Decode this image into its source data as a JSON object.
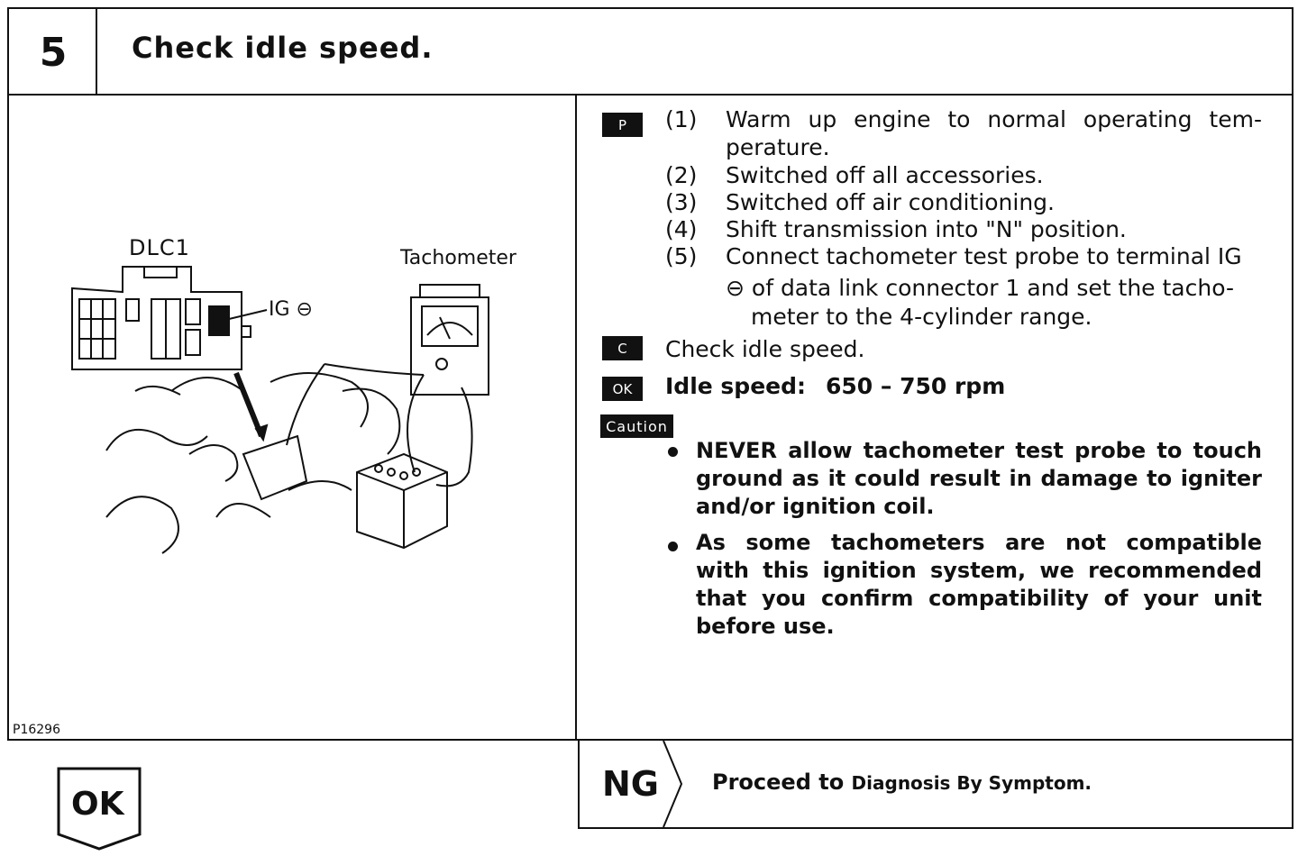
{
  "step": {
    "number": "5",
    "title": "Check idle speed."
  },
  "figure": {
    "dlc_label": "DLC1",
    "tachometer_label": "Tachometer",
    "ig_label": "IG ⊖",
    "code": "P16296"
  },
  "procedure": {
    "p_tag": "P",
    "steps": [
      {
        "num": "(1)",
        "line1": "Warm up engine to normal operating tem-",
        "line2": "perature."
      },
      {
        "num": "(2)",
        "line1": "Switched off all accessories."
      },
      {
        "num": "(3)",
        "line1": "Switched off air conditioning."
      },
      {
        "num": "(4)",
        "line1": "Shift transmission into \"N\" position."
      },
      {
        "num": "(5)",
        "line1": "Connect tachometer test probe to terminal IG",
        "line2": "⊖ of data link connector 1 and set the tacho-",
        "line3": "meter to the 4-cylinder range."
      }
    ],
    "c_tag": "C",
    "check_text": "Check idle speed.",
    "ok_tag": "OK",
    "ok_label": "Idle speed:",
    "ok_value": "650 – 750 rpm",
    "caution_tag": "Caution",
    "cautions": [
      {
        "lines": [
          "NEVER allow tachometer test probe to touch",
          "ground as it could result in damage to igniter",
          "and/or ignition coil."
        ]
      },
      {
        "lines": [
          "As some tachometers are not compatible",
          "with this ignition system, we recommended",
          "that you confirm compatibility of your unit",
          "before use."
        ]
      }
    ]
  },
  "ng": {
    "label": "NG",
    "text_prefix": "Proceed to ",
    "text_target": "Diagnosis By Symptom."
  },
  "ok_badge": "OK"
}
